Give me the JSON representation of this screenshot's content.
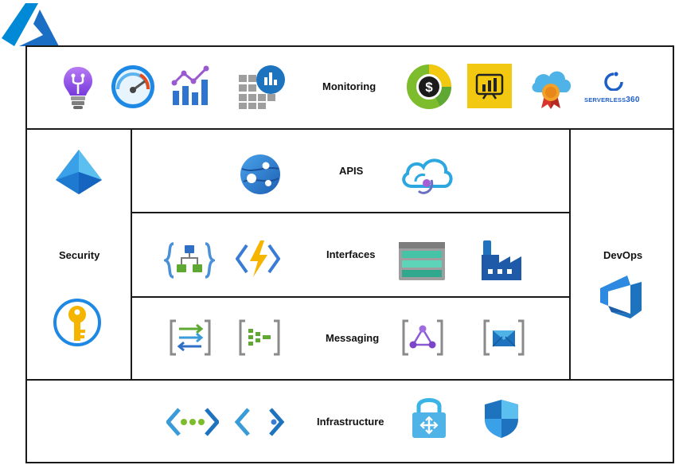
{
  "sections": {
    "monitoring": "Monitoring",
    "apis": "APIS",
    "interfaces": "Interfaces",
    "messaging": "Messaging",
    "security": "Security",
    "devops": "DevOps",
    "infrastructure": "Infrastructure"
  },
  "logo_text": {
    "serverless_a": "SERVERLESS",
    "serverless_b": "360"
  },
  "colors": {
    "azure_blue": "#0078d4",
    "border": "#1a1a1a",
    "purple": "#8c5ad6",
    "powerbi_yellow": "#f2c811",
    "green": "#5ea833"
  },
  "icons": {
    "header": "azure-logo-icon",
    "monitoring": [
      "application-insights-icon",
      "dashboard-gauge-icon",
      "metrics-chart-icon",
      "log-analytics-icon",
      "cost-management-icon",
      "power-bi-icon",
      "cloud-certificate-icon",
      "serverless360-icon"
    ],
    "apis": [
      "app-service-icon",
      "api-management-icon"
    ],
    "interfaces": [
      "logic-apps-icon",
      "azure-functions-icon",
      "storage-icon",
      "data-factory-icon"
    ],
    "messaging": [
      "service-bus-icon",
      "event-hubs-icon",
      "event-grid-icon",
      "queue-storage-icon"
    ],
    "security": [
      "active-directory-icon",
      "key-vault-icon"
    ],
    "devops": [
      "azure-devops-icon"
    ],
    "infrastructure": [
      "virtual-network-icon",
      "private-endpoint-icon",
      "vpn-gateway-icon",
      "security-center-icon"
    ]
  }
}
